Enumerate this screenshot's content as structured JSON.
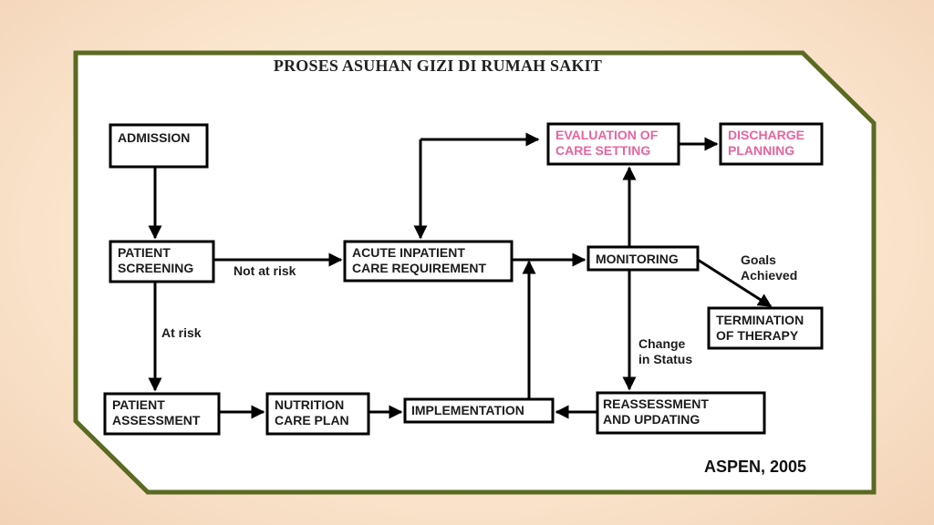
{
  "title": "PROSES ASUHAN GIZI DI RUMAH SAKIT",
  "nodes": {
    "admission": "ADMISSION",
    "patient_screening": "PATIENT\nSCREENING",
    "patient_assessment": "PATIENT\nASSESSMENT",
    "nutrition_care_plan": "NUTRITION\nCARE PLAN",
    "implementation": "IMPLEMENTATION",
    "acute_inpatient": "ACUTE INPATIENT\nCARE REQUIREMENT",
    "monitoring": "MONITORING",
    "evaluation": "EVALUATION OF\nCARE SETTING",
    "discharge": "DISCHARGE\nPLANNING",
    "reassessment": "REASSESSMENT\nAND UPDATING",
    "termination": "TERMINATION\nOF THERAPY"
  },
  "edge_labels": {
    "not_at_risk": "Not at risk",
    "at_risk": "At risk",
    "goals_achieved": "Goals\nAchieved",
    "change_in_status": "Change\nin Status"
  },
  "credit": "ASPEN, 2005",
  "colors": {
    "frame_border": "#5a6a22",
    "highlight_text": "#e8649e"
  }
}
